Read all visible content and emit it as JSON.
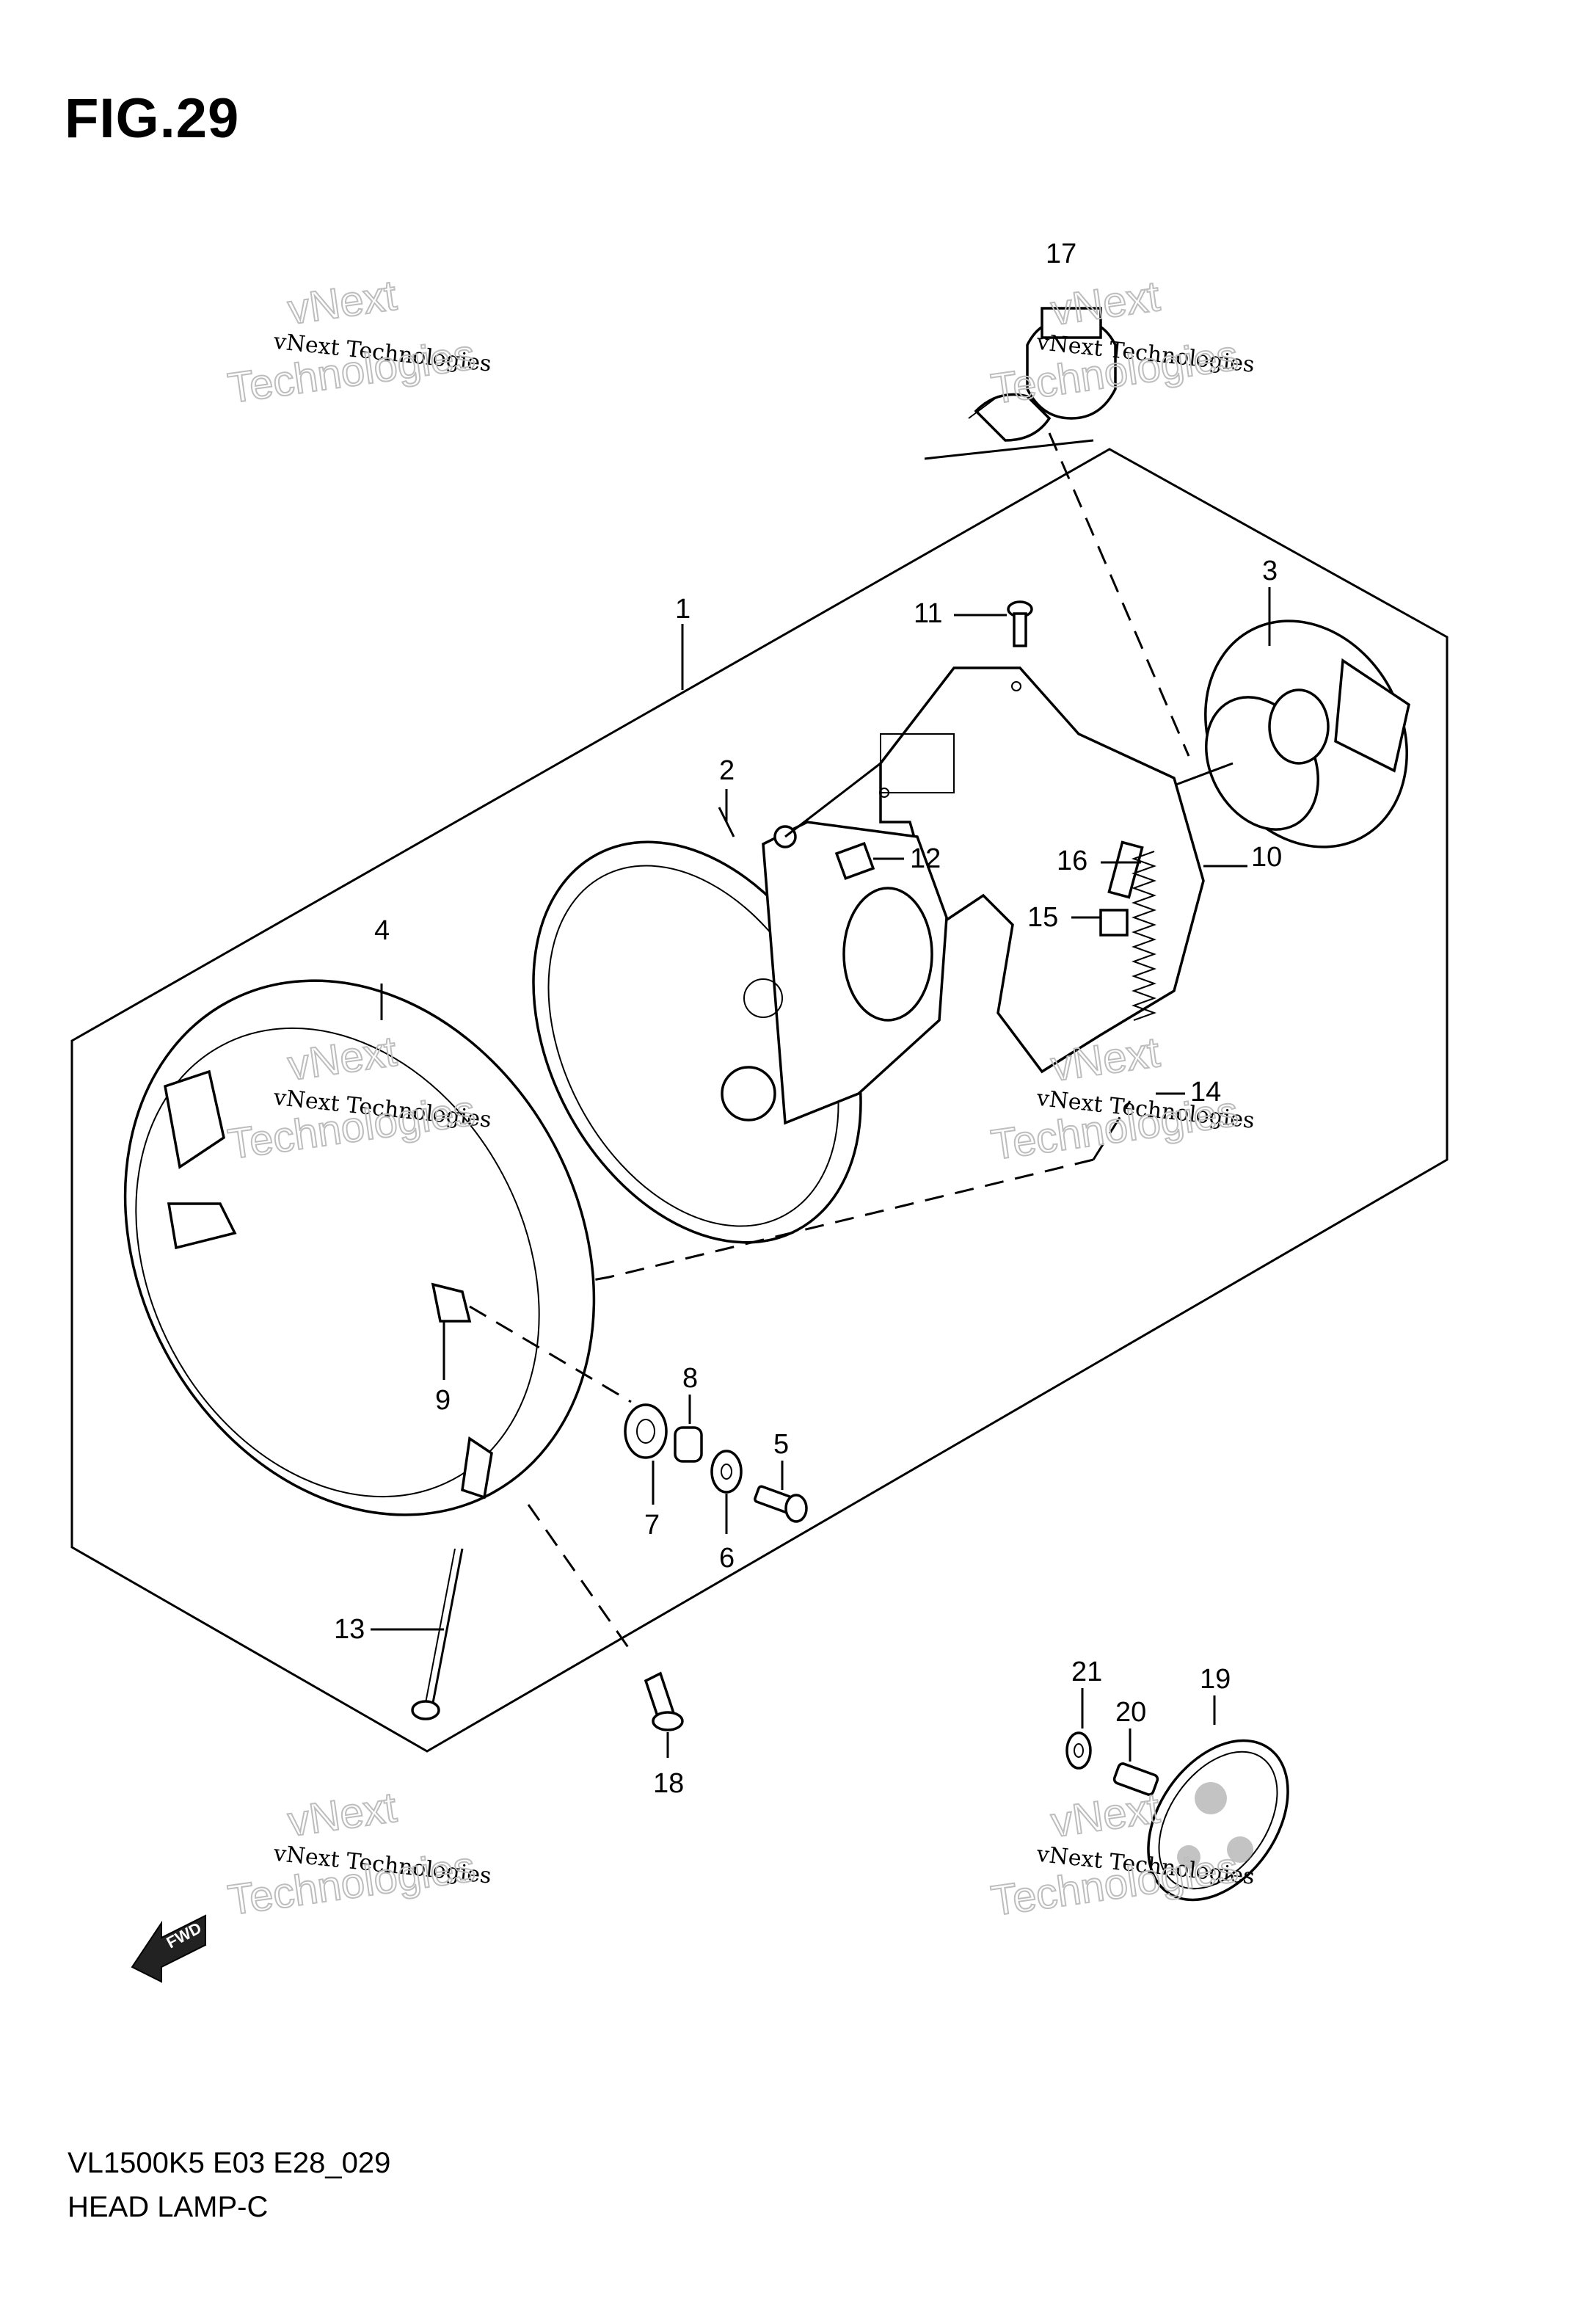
{
  "figure": {
    "title": "FIG.29",
    "code": "VL1500K5 E03 E28_029",
    "name": "HEAD LAMP-C"
  },
  "watermark": {
    "line1": "vNext Technologies",
    "line2": "vNext",
    "line3": "Technologies"
  },
  "parts": [
    {
      "number": "1"
    },
    {
      "number": "2"
    },
    {
      "number": "3"
    },
    {
      "number": "4"
    },
    {
      "number": "5"
    },
    {
      "number": "6"
    },
    {
      "number": "7"
    },
    {
      "number": "8"
    },
    {
      "number": "9"
    },
    {
      "number": "10"
    },
    {
      "number": "11"
    },
    {
      "number": "12"
    },
    {
      "number": "13"
    },
    {
      "number": "14"
    },
    {
      "number": "15"
    },
    {
      "number": "16"
    },
    {
      "number": "17"
    },
    {
      "number": "18"
    },
    {
      "number": "19"
    },
    {
      "number": "20"
    },
    {
      "number": "21"
    }
  ],
  "fwd_arrow": "FWD"
}
